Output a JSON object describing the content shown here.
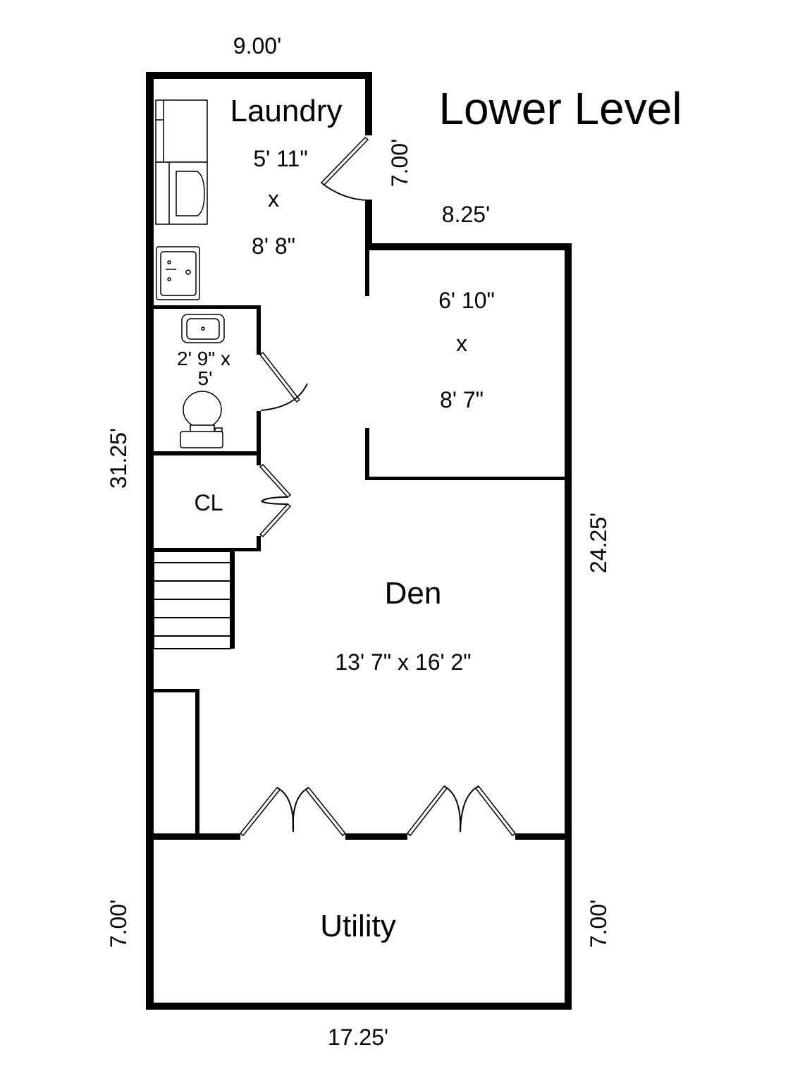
{
  "title": "Lower Level",
  "rooms": {
    "laundry": {
      "name": "Laundry",
      "size_line1": "5' 11\"",
      "size_x": "x",
      "size_line2": "8' 8\""
    },
    "room_right": {
      "size_line1": "6' 10\"",
      "size_x": "x",
      "size_line2": "8' 7\""
    },
    "bath": {
      "size_line1": "2' 9\" x",
      "size_line2": "5'"
    },
    "closet": {
      "name": "CL"
    },
    "den": {
      "name": "Den",
      "size": "13' 7\" x 16' 2\""
    },
    "utility": {
      "name": "Utility"
    }
  },
  "dimensions": {
    "top_width": "9.00'",
    "door_width": "7.00'",
    "step_width": "8.25'",
    "left_height": "31.25'",
    "right_height": "24.25'",
    "utility_left": "7.00'",
    "utility_right": "7.00'",
    "bottom_width": "17.25'"
  }
}
